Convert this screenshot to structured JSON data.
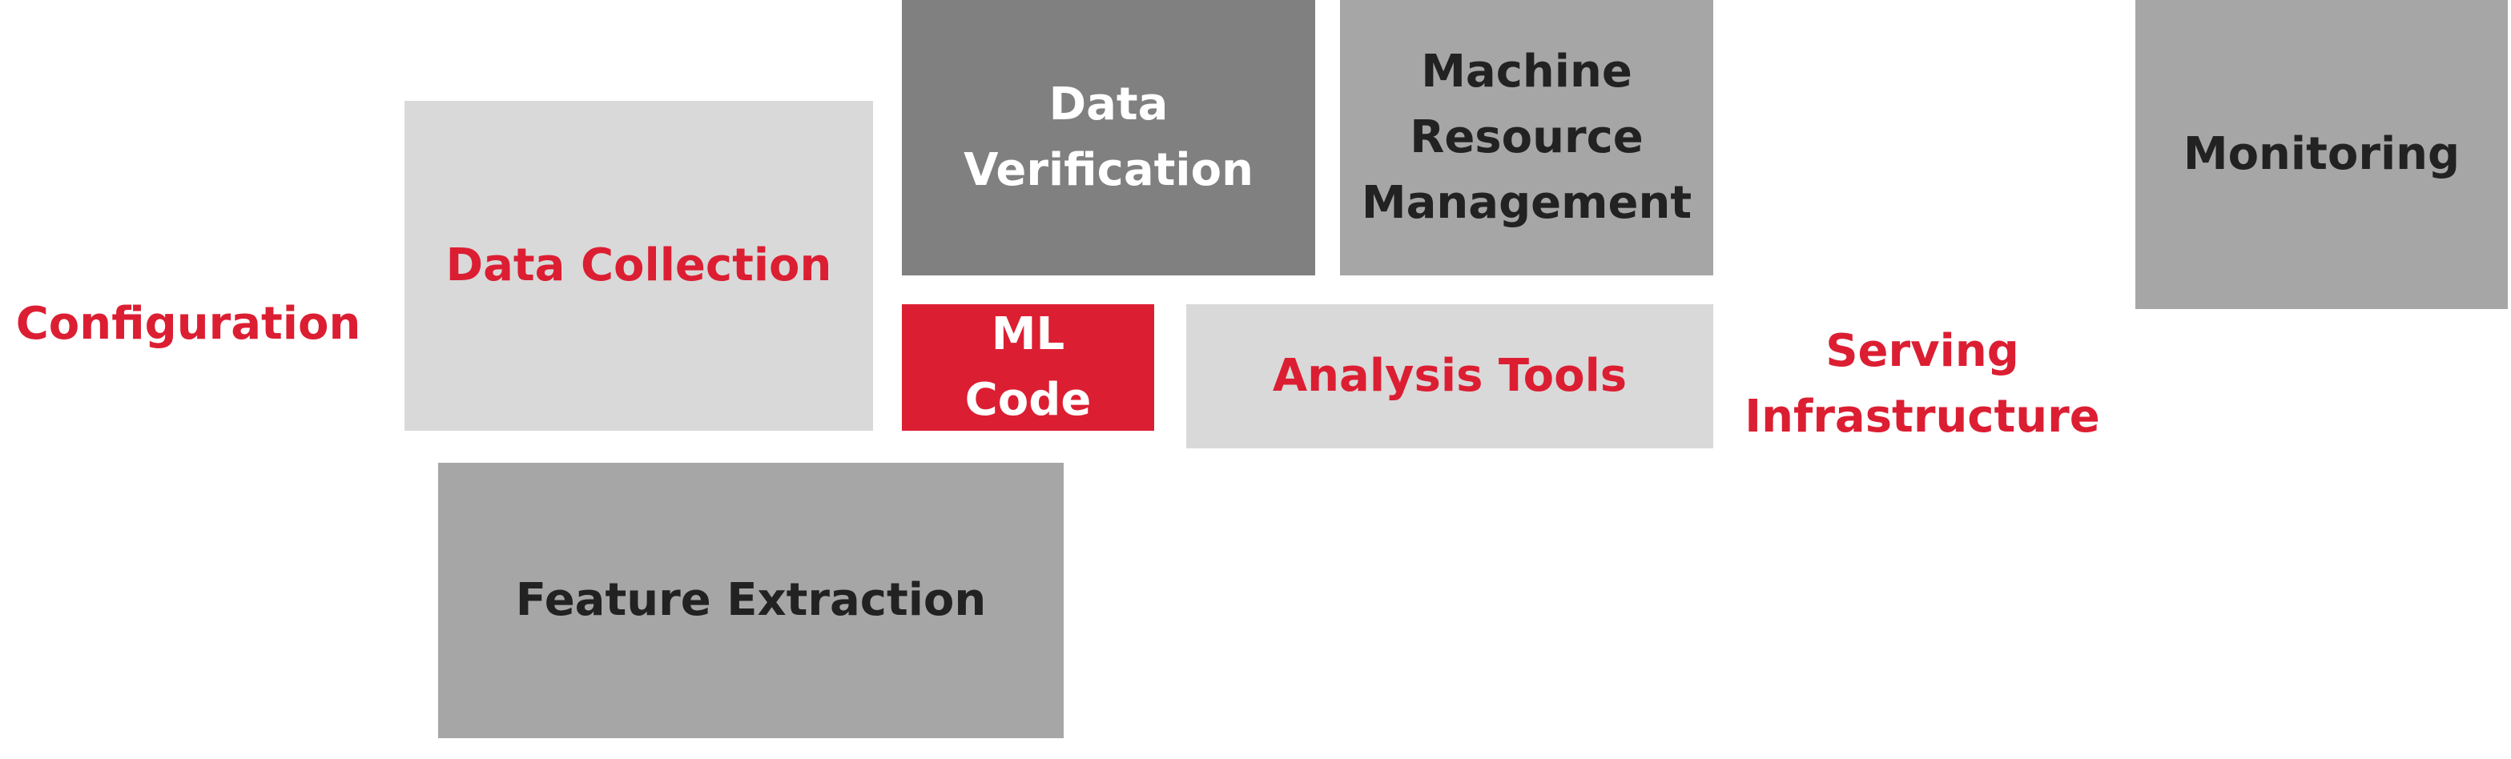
{
  "diagram": {
    "colors": {
      "accent_red": "#dc1e32",
      "light_gray": "#d9d9d9",
      "mid_gray": "#a6a6a6",
      "dark_gray": "#808080",
      "dark_text": "#222222"
    },
    "components": {
      "configuration": {
        "lines": [
          "Configuration"
        ]
      },
      "data_collection": {
        "lines": [
          "Data Collection"
        ]
      },
      "data_verification": {
        "lines": [
          "Data",
          "Verification"
        ]
      },
      "machine_resource_management": {
        "lines": [
          "Machine",
          "Resource",
          "Management"
        ]
      },
      "monitoring": {
        "lines": [
          "Monitoring"
        ]
      },
      "ml_code": {
        "lines": [
          "ML",
          "Code"
        ]
      },
      "analysis_tools": {
        "lines": [
          "Analysis Tools"
        ]
      },
      "serving_infrastructure": {
        "lines": [
          "Serving",
          "Infrastructure"
        ]
      },
      "feature_extraction": {
        "lines": [
          "Feature Extraction"
        ]
      }
    }
  }
}
